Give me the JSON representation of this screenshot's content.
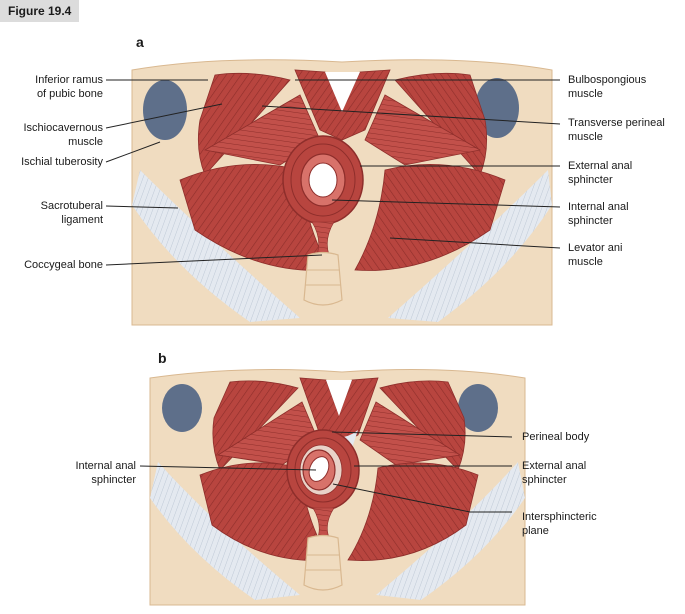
{
  "figure_tag": "Figure 19.4",
  "panel_a": {
    "letter": "a",
    "labels": {
      "inferior_ramus_1": "Inferior ramus",
      "inferior_ramus_2": "of pubic bone",
      "ischiocavernous_1": "Ischiocavernous",
      "ischiocavernous_2": "muscle",
      "ischial_tuberosity": "Ischial tuberosity",
      "sacrotuberal_1": "Sacrotuberal",
      "sacrotuberal_2": "ligament",
      "coccygeal_bone": "Coccygeal bone",
      "bulbospongious_1": "Bulbospongious",
      "bulbospongious_2": "muscle",
      "transverse_perineal_1": "Transverse perineal",
      "transverse_perineal_2": "muscle",
      "external_anal_1": "External anal",
      "external_anal_2": "sphincter",
      "internal_anal_1": "Internal anal",
      "internal_anal_2": "sphincter",
      "levator_ani_1": "Levator ani",
      "levator_ani_2": "muscle"
    }
  },
  "panel_b": {
    "letter": "b",
    "labels": {
      "internal_anal_1": "Internal anal",
      "internal_anal_2": "sphincter",
      "perineal_body": "Perineal body",
      "external_anal_1": "External anal",
      "external_anal_2": "sphincter",
      "intersphincteric_1": "Intersphincteric",
      "intersphincteric_2": "plane"
    }
  },
  "colors": {
    "muscle": "#b8453f",
    "muscle_dark": "#8e2e2b",
    "muscle_light": "#d8726a",
    "bone": "#f0dcc0",
    "bone_shade": "#d9b890",
    "ligament": "#dfe5ee",
    "ligament_line": "#b9c3d2",
    "fat_blue": "#5e6f8a",
    "leader": "#222222"
  }
}
